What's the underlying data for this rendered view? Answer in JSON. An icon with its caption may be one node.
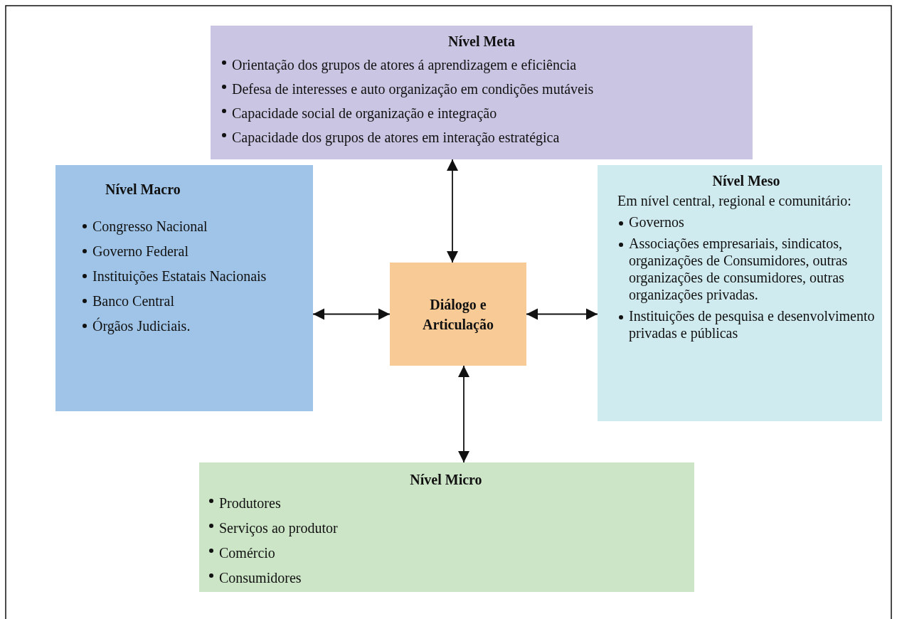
{
  "diagram": {
    "nodes": [
      {
        "text": [
          "Nível Meta",
          "Orientação dos grupos de atores á aprendizagem e eficiência",
          "Defesa de interesses e auto organização em condições mutáveis",
          "Capacidade social de organização e integração",
          "Capacidade dos grupos de atores em interação estratégica"
        ]
      },
      {
        "text": [
          "Nível Macro",
          "Congresso Nacional",
          "Governo Federal",
          "Instituições Estatais Nacionais",
          "Banco Central",
          "Órgãos Judiciais."
        ]
      },
      {
        "text": [
          "Nível Meso",
          "Em nível central, regional e comunitário:",
          "Governos",
          "Associações empresariais, sindicatos, organizações de Consumidores, outras organizações de consumidores, outras organizações privadas.",
          "Instituições de pesquisa e desenvolvimento privadas e públicas"
        ]
      },
      {
        "text": [
          "Diálogo e Articulação"
        ]
      },
      {
        "text": [
          "Nível Micro",
          "Produtores",
          "Serviços ao produtor",
          "Comércio",
          "Consumidores"
        ]
      }
    ],
    "edges": [
      {
        "from": 0,
        "to": 3,
        "arrow": "both"
      },
      {
        "from": 1,
        "to": 3,
        "arrow": "both"
      },
      {
        "from": 3,
        "to": 2,
        "arrow": "both"
      },
      {
        "from": 3,
        "to": 4,
        "arrow": "both"
      }
    ]
  }
}
